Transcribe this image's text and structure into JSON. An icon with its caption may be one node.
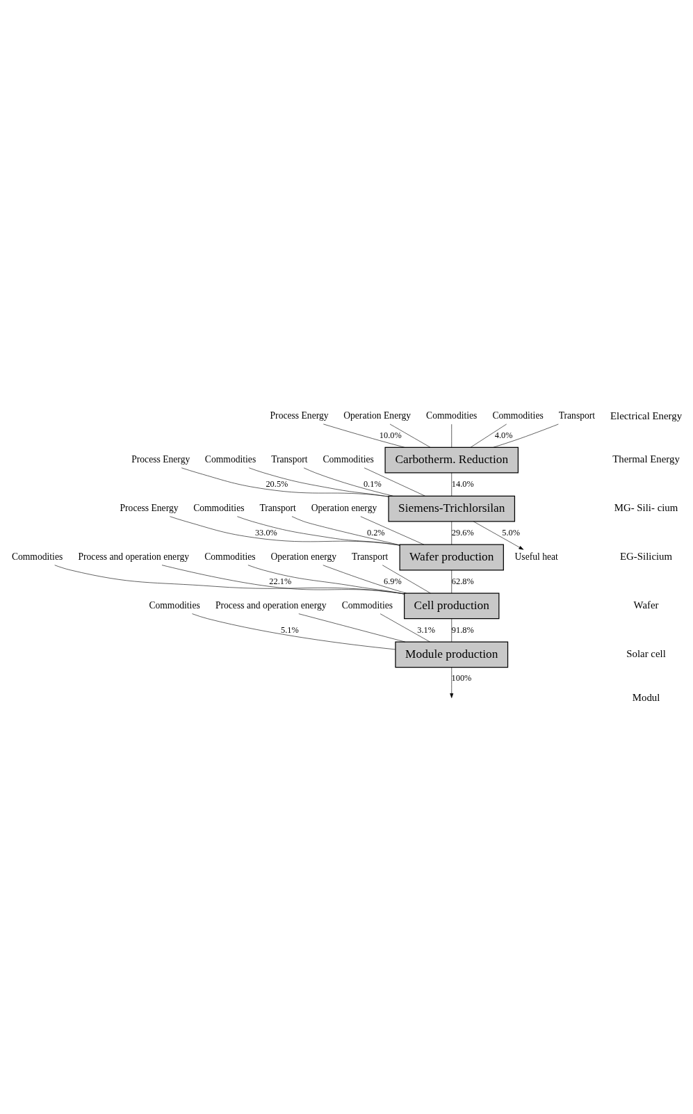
{
  "diagram": {
    "nodes": [
      {
        "text": [
          "Carbotherm. Reduction"
        ]
      },
      {
        "text": [
          "Siemens-Trichlorsilan"
        ]
      },
      {
        "text": [
          "Wafer production"
        ]
      },
      {
        "text": [
          "Cell production"
        ]
      },
      {
        "text": [
          "Module production"
        ]
      },
      {
        "text": [
          "Process Energy"
        ]
      },
      {
        "text": [
          "Operation Energy"
        ]
      },
      {
        "text": [
          "Commodities"
        ]
      },
      {
        "text": [
          "Commodities"
        ]
      },
      {
        "text": [
          "Transport"
        ]
      },
      {
        "text": [
          "Process Energy"
        ]
      },
      {
        "text": [
          "Commodities"
        ]
      },
      {
        "text": [
          "Transport"
        ]
      },
      {
        "text": [
          "Commodities"
        ]
      },
      {
        "text": [
          "Useful heat"
        ]
      },
      {
        "text": [
          "Process Energy"
        ]
      },
      {
        "text": [
          "Commodities"
        ]
      },
      {
        "text": [
          "Transport"
        ]
      },
      {
        "text": [
          "Operation energy"
        ]
      },
      {
        "text": [
          "Commodities"
        ]
      },
      {
        "text": [
          "Process and operation energy"
        ]
      },
      {
        "text": [
          "Commodities"
        ]
      },
      {
        "text": [
          "Operation energy"
        ]
      },
      {
        "text": [
          "Transport"
        ]
      },
      {
        "text": [
          "Commodities"
        ]
      },
      {
        "text": [
          "Process and operation energy"
        ]
      },
      {
        "text": [
          "Commodities"
        ]
      }
    ],
    "edges": [
      {
        "from": 5,
        "to": 0,
        "arrow": "none",
        "label": "10.0%"
      },
      {
        "from": 6,
        "to": 0,
        "arrow": "none"
      },
      {
        "from": 7,
        "to": 0,
        "arrow": "none"
      },
      {
        "from": 8,
        "to": 0,
        "arrow": "none",
        "label": "4.0%"
      },
      {
        "from": 9,
        "to": 0,
        "arrow": "none"
      },
      {
        "from": 0,
        "to": 1,
        "arrow": "none",
        "label": "14.0%"
      },
      {
        "from": 10,
        "to": 1,
        "arrow": "none",
        "label": "20.5%"
      },
      {
        "from": 11,
        "to": 1,
        "arrow": "none"
      },
      {
        "from": 12,
        "to": 1,
        "arrow": "none",
        "label": "0.1%"
      },
      {
        "from": 13,
        "to": 1,
        "arrow": "none"
      },
      {
        "from": 1,
        "to": 14,
        "arrow": "to",
        "label": "5.0%"
      },
      {
        "from": 1,
        "to": 2,
        "arrow": "none",
        "label": "29.6%"
      },
      {
        "from": 15,
        "to": 2,
        "arrow": "none",
        "label": "33.0%"
      },
      {
        "from": 16,
        "to": 2,
        "arrow": "none"
      },
      {
        "from": 17,
        "to": 2,
        "arrow": "none",
        "label": "0.2%"
      },
      {
        "from": 18,
        "to": 2,
        "arrow": "none"
      },
      {
        "from": 2,
        "to": 3,
        "arrow": "none",
        "label": "62.8%"
      },
      {
        "from": 19,
        "to": 3,
        "arrow": "none"
      },
      {
        "from": 20,
        "to": 3,
        "arrow": "none",
        "label": "22.1%"
      },
      {
        "from": 21,
        "to": 3,
        "arrow": "none"
      },
      {
        "from": 22,
        "to": 3,
        "arrow": "none",
        "label": "6.9%"
      },
      {
        "from": 23,
        "to": 3,
        "arrow": "none"
      },
      {
        "from": 3,
        "to": 4,
        "arrow": "none",
        "label": "91.8%"
      },
      {
        "from": 24,
        "to": 4,
        "arrow": "none",
        "label": "5.1%"
      },
      {
        "from": 25,
        "to": 4,
        "arrow": "none"
      },
      {
        "from": 26,
        "to": 4,
        "arrow": "none",
        "label": "3.1%"
      },
      {
        "from": 4,
        "to": null,
        "arrow": "to",
        "label": "100%"
      }
    ],
    "labels": [
      "Electrical Energy",
      "Thermal Energy",
      "MG- Sili- cium",
      "EG-Silicium",
      "Wafer",
      "Solar cell",
      "Modul"
    ]
  }
}
